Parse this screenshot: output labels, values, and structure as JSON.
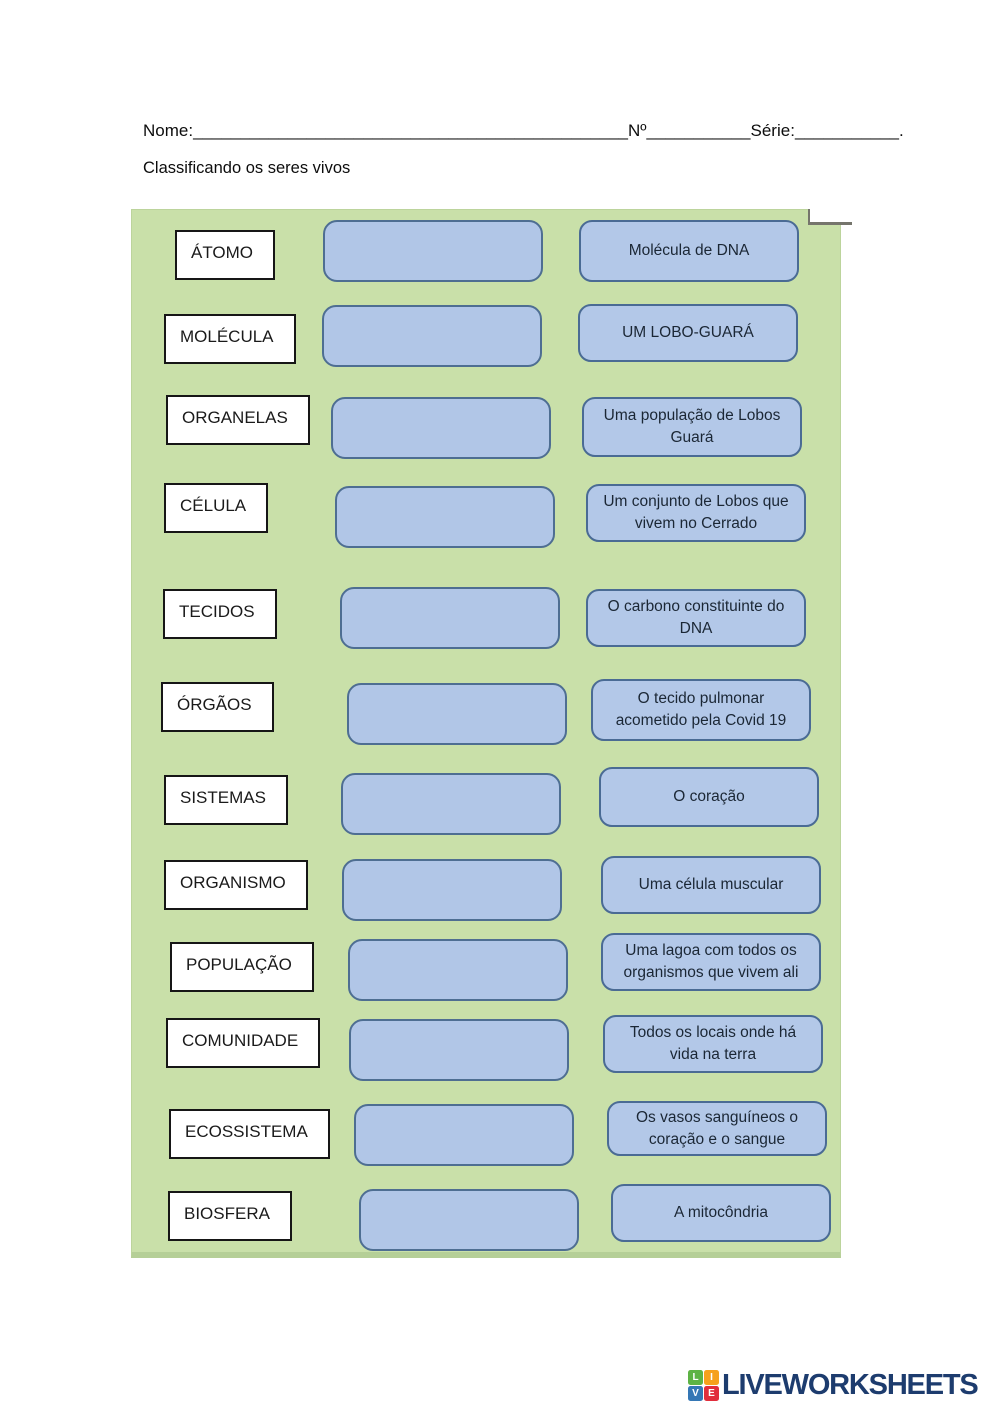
{
  "header": {
    "name_label": "Nome:",
    "name_line": "______________________________________________",
    "number_label": "Nº",
    "number_line": "___________",
    "serie_label": "Série:",
    "serie_line": "___________",
    "period": "."
  },
  "title": "Classificando os seres vivos",
  "worksheet": {
    "rows": [
      {
        "term": "ÁTOMO",
        "description": "Molécula de DNA"
      },
      {
        "term": "MOLÉCULA",
        "description": "UM LOBO-GUARÁ"
      },
      {
        "term": "ORGANELAS",
        "description": "Uma população de Lobos Guará"
      },
      {
        "term": "CÉLULA",
        "description": "Um conjunto de Lobos que vivem no Cerrado"
      },
      {
        "term": "TECIDOS",
        "description": "O carbono constituinte do DNA"
      },
      {
        "term": "ÓRGÃOS",
        "description": "O tecido pulmonar acometido pela Covid 19"
      },
      {
        "term": "SISTEMAS",
        "description": "O coração"
      },
      {
        "term": "ORGANISMO",
        "description": "Uma célula muscular"
      },
      {
        "term": "POPULAÇÃO",
        "description": "Uma lagoa com todos os organismos que vivem ali"
      },
      {
        "term": "COMUNIDADE",
        "description": "Todos os locais onde há vida na terra"
      },
      {
        "term": "ECOSSISTEMA",
        "description": "Os vasos sanguíneos o coração e o sangue"
      },
      {
        "term": "BIOSFERA",
        "description": "A mitocôndria"
      }
    ]
  },
  "footer": {
    "brand": "LIVEWORKSHEETS",
    "icon_letters": {
      "tl": "L",
      "tr": "I",
      "bl": "V",
      "br": "E"
    }
  },
  "colors": {
    "panel_green": "#c9e0a9",
    "panel_edge": "#b5cf97",
    "card_blue": "#b3c8e8",
    "card_border": "#4a6b94",
    "term_border": "#161616",
    "brand_navy": "#1d3c6e",
    "tile_green": "#5db344",
    "tile_orange": "#f6a11c",
    "tile_blue": "#3577b5",
    "tile_red": "#e12e3c"
  }
}
